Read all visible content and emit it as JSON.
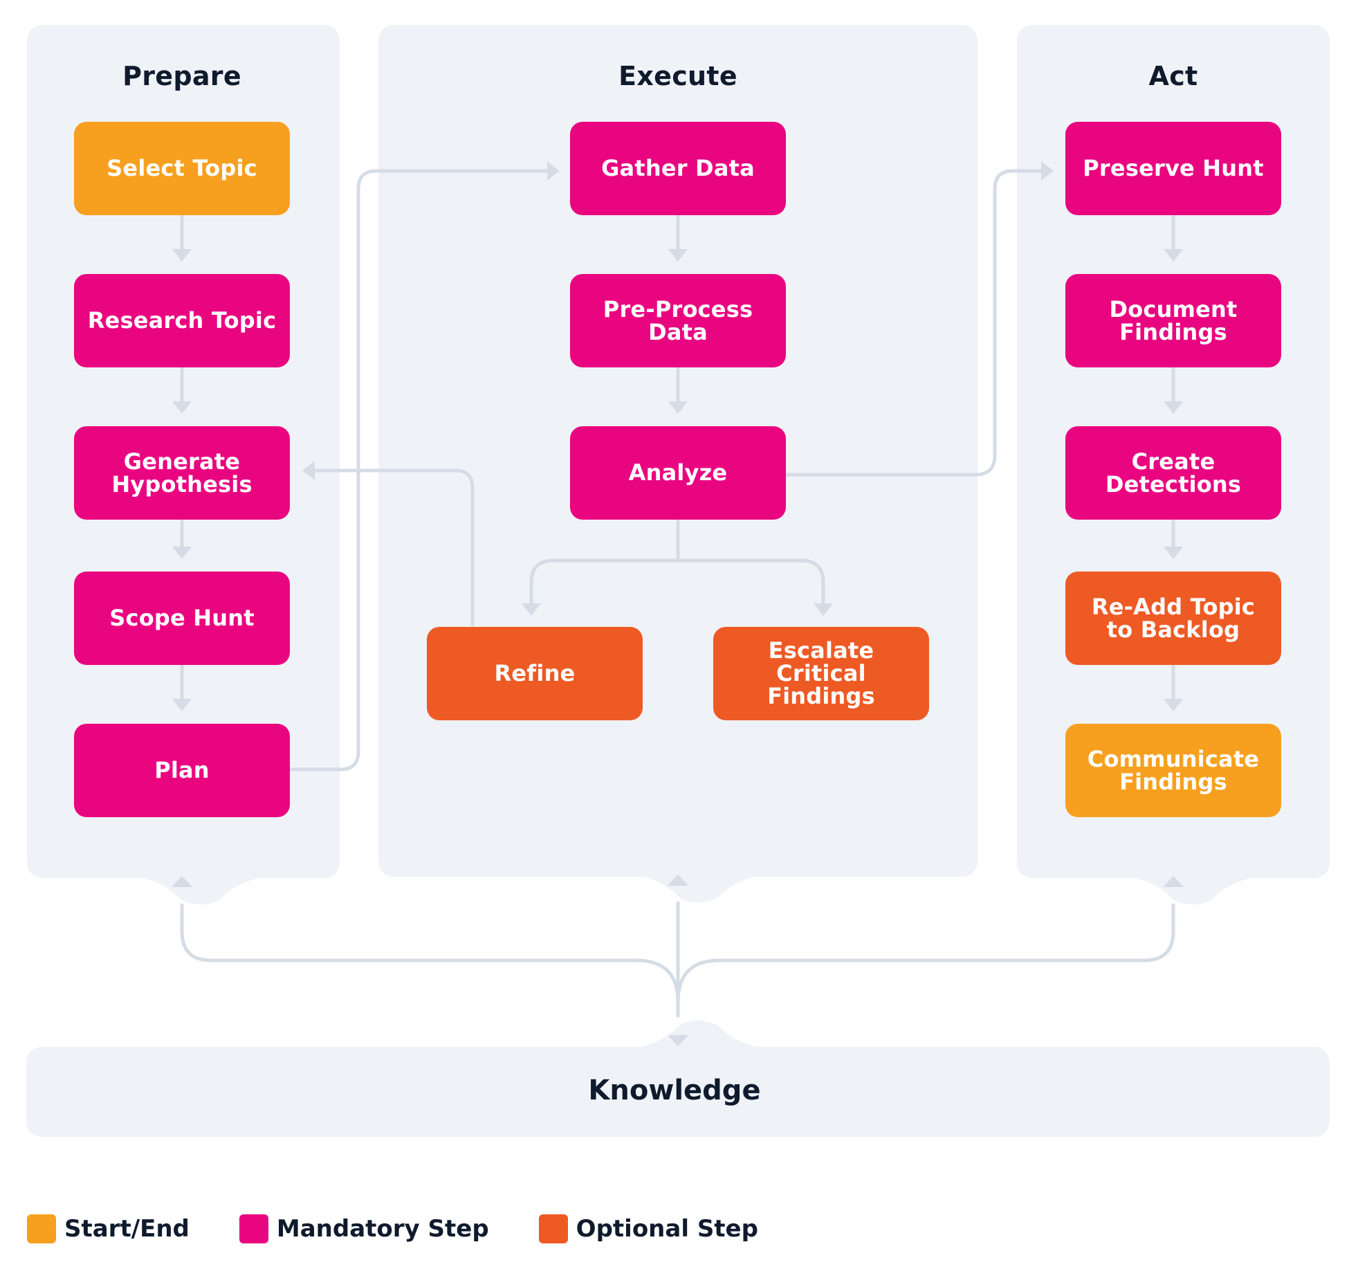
{
  "columns": {
    "prepare": {
      "title": "Prepare",
      "steps": [
        {
          "label": "Select Topic",
          "kind": "start"
        },
        {
          "label": "Research Topic",
          "kind": "mandatory"
        },
        {
          "label": "Generate\nHypothesis",
          "kind": "mandatory"
        },
        {
          "label": "Scope Hunt",
          "kind": "mandatory"
        },
        {
          "label": "Plan",
          "kind": "mandatory"
        }
      ]
    },
    "execute": {
      "title": "Execute",
      "steps": [
        {
          "label": "Gather Data",
          "kind": "mandatory"
        },
        {
          "label": "Pre-Process\nData",
          "kind": "mandatory"
        },
        {
          "label": "Analyze",
          "kind": "mandatory"
        },
        {
          "label": "Refine",
          "kind": "optional"
        },
        {
          "label": "Escalate Critical\nFindings",
          "kind": "optional"
        }
      ]
    },
    "act": {
      "title": "Act",
      "steps": [
        {
          "label": "Preserve Hunt",
          "kind": "mandatory"
        },
        {
          "label": "Document\nFindings",
          "kind": "mandatory"
        },
        {
          "label": "Create\nDetections",
          "kind": "mandatory"
        },
        {
          "label": "Re-Add Topic\nto Backlog",
          "kind": "optional"
        },
        {
          "label": "Communicate\nFindings",
          "kind": "start"
        }
      ]
    }
  },
  "knowledge": {
    "title": "Knowledge"
  },
  "legend": [
    {
      "label": "Start/End",
      "color": "#f7a020"
    },
    {
      "label": "Mandatory Step",
      "color": "#ea0580"
    },
    {
      "label": "Optional Step",
      "color": "#ee5a24"
    }
  ],
  "colors": {
    "start": "#f7a020",
    "mandatory": "#ea0580",
    "optional": "#ee5a24",
    "panel": "#eff2f7",
    "connector": "#d5dce6",
    "text": "#0f1b2d"
  }
}
